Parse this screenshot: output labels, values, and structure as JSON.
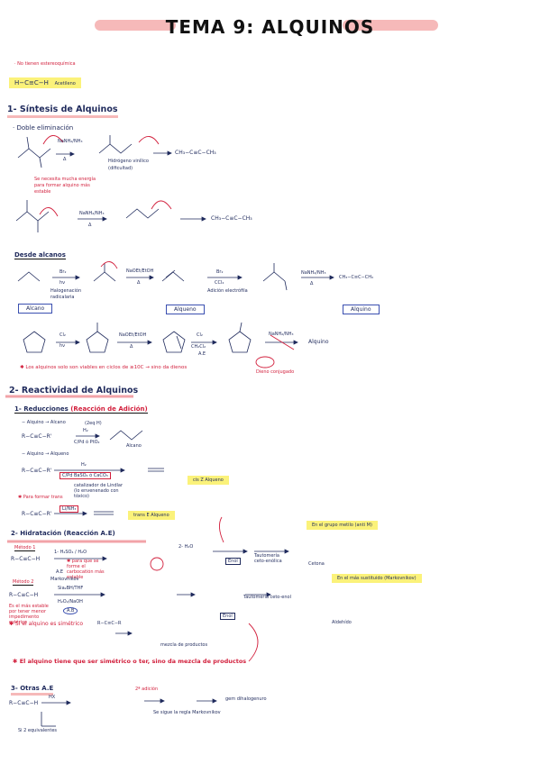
{
  "title": "TEMA 9: ALQUINOS",
  "intro_note": "· No tienen estereoquímica",
  "acetylene": {
    "formula": "H−C≡C−H",
    "name": "Acetileno"
  },
  "section1": {
    "heading": "1- Síntesis de Alquinos",
    "doble_eliminacion": "· Doble eliminación",
    "reagent_1": "NaNH₂/NH₃",
    "reagent_1b": "Δ",
    "product_1": "CH₃−C≡C−CH₃",
    "note_1a": "Hidrógeno vinílico",
    "note_1b": "(dificultad)",
    "note_red_1": "Se necesita mucha energía para formar alquino más estable",
    "reagent_2": "NaNH₂/NH₃",
    "reagent_2b": "Δ",
    "product_2": "CH₃−C≡C−CH₃",
    "desde_alcanos": "Desde alcanos",
    "reagent_3a": "Br₂",
    "reagent_3b": "hν",
    "note_3": "Halogenación radicalaria",
    "reagent_4a": "NaOEt/EtOH",
    "reagent_4b": "Δ",
    "reagent_5a": "Br₂",
    "reagent_5b": "CCl₄",
    "note_5": "Adición electrófila",
    "reagent_6a": "NaNH₂/NH₃",
    "reagent_6b": "Δ",
    "product_6": "CH₃−C≡C−CH₃",
    "box_alcano": "Alcano",
    "box_alqueno": "Alqueno",
    "box_alquino": "Alquino",
    "reagent_7a": "Cl₂",
    "reagent_7b": "hν",
    "reagent_8a": "NaOEt/EtOH",
    "reagent_8b": "Δ",
    "reagent_9a": "Cl₂",
    "reagent_9b": "CH₂Cl₂",
    "reagent_9c": "A.E",
    "reagent_10": "NaNH₂/NH₃",
    "product_10": "Alquino",
    "warning": "✱ Los alquinos solo son viables en ciclos de ≥10C → sino da dienos",
    "note_dieno": "Dieno conjugado"
  },
  "section2": {
    "heading": "2- Reactividad de Alquinos",
    "sub1": "1- Reducciones",
    "sub1_type": "(Reacción de Adición)",
    "line_alcano": "− Alquino → Alcano",
    "eq1_left": "R−C≡C−R'",
    "eq1_reagent_a": "H₂",
    "eq1_reagent_b": "C/Pd ó PtO₂",
    "eq1_note": "(2eq H)",
    "eq1_product": "Alcano",
    "line_alqueno": "− Alquino → Alqueno",
    "eq2_left": "R−C≡C−R'",
    "eq2_reagent_a": "H₂",
    "eq2_reagent_b": "C/Pd BaSO₄ ó CaCO₃",
    "eq2_note": "catalizador de Lindlar (lo envenenado con tóxico)",
    "eq2_product_tag": "cis Z Alqueno",
    "trans_note": "✱ Para formar trans",
    "eq3_left": "R−C≡C−R'",
    "eq3_reagent_a": "Li/NH₃",
    "eq3_product_tag": "trans E Alqueno",
    "sub2": "2- Hidratación",
    "sub2_type": "(Reacción A.E)",
    "metodo1": "Método 1",
    "metodo2": "Método 2",
    "m1_left": "R−C≡C−H",
    "m1_reagent": "1- H₂SO₄ / H₂O",
    "m1_note": "✱ para que se forme el carbocatión más estable",
    "m1_ae": "A.E",
    "m1_mark": "Markovnikov",
    "m1_mid": "2- H₂O",
    "enol": "Enol",
    "tauto1": "Tautomería ceto-enólica",
    "cetona": "Cetona",
    "methyl_ketone": "En el grupo metilo (anti M)",
    "m2_left": "R−C≡C−H",
    "m2_reagent_a": "Sia₂BH/THF",
    "m2_reagent_b": "H₂O₂/NaOH",
    "m2_note": "Es el más estable por tener menor impedimento estérico",
    "ab": "A.B",
    "tauto2": "Tautomería ceto-enol",
    "aldehido_note": "En el más sustituido (Markovnikov)",
    "aldehido": "Aldehído",
    "symmetric_note": "✱ Si el alquino es simétrico",
    "sym_formula": "R−C≡C−R",
    "mezcla": "mezcla de productos",
    "star_note": "✱ El alquino tiene que ser simétrico o ter, sino da mezcla de productos",
    "sub3": "3- Otras A.E",
    "o_left": "R−C≡C−H",
    "o_reagent": "HX",
    "o_note1": "2ª adición",
    "o_note2": "Si 2 equivalentes",
    "o_product": "gem dihalogenuro",
    "o_note3": "Se sigue la regla Markovnikov"
  },
  "colors": {
    "ink": "#1f2a5c",
    "accent_red": "#d21f3c",
    "highlight_pink": "#f6b9b9",
    "highlight_yellow": "#fbf27a",
    "box_blue": "#3a4fb0"
  }
}
